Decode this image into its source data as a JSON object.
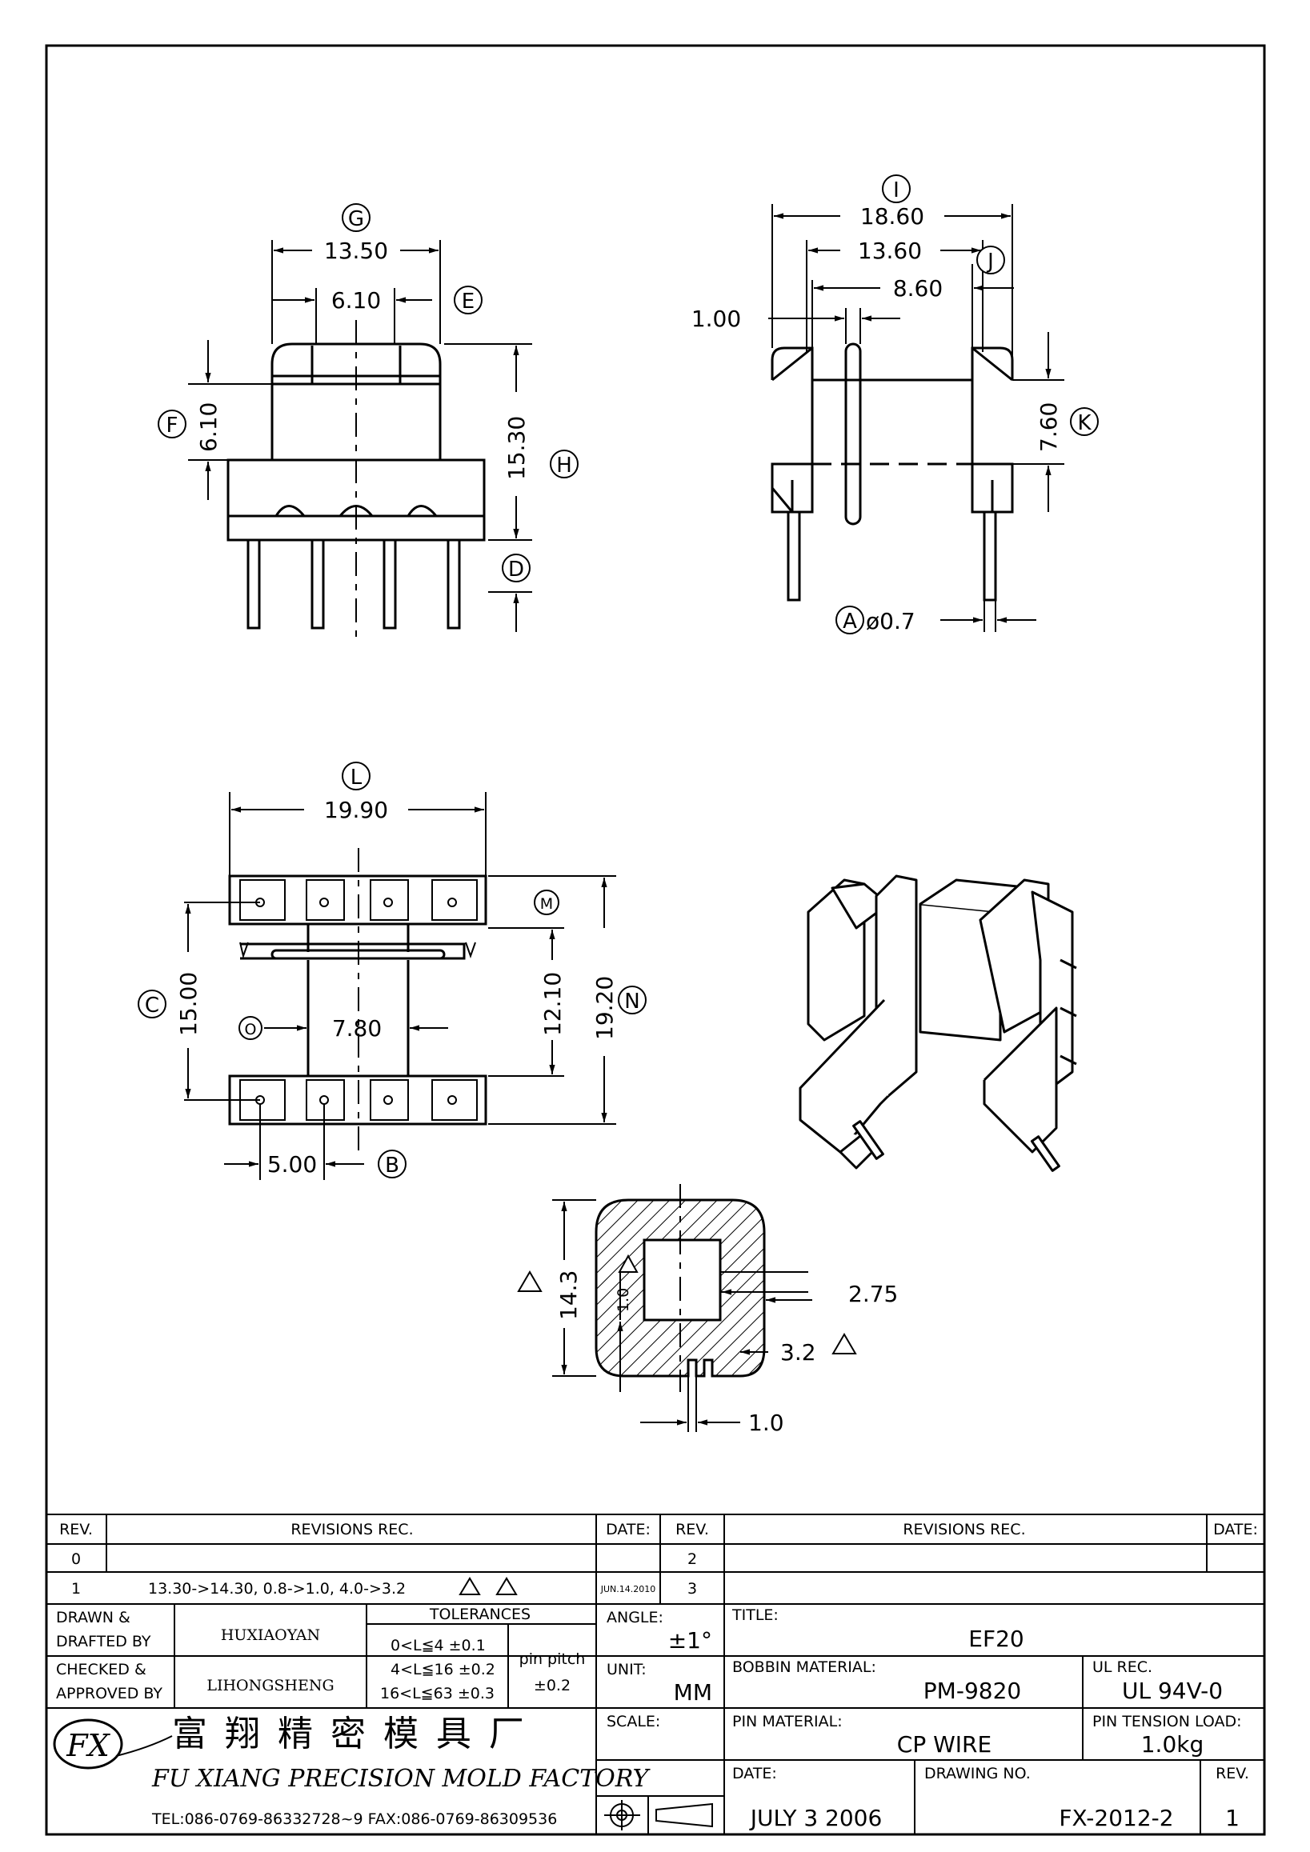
{
  "views": {
    "front": {
      "marker_g": "G",
      "dim_overall_width": "13.50",
      "dim_inner_width": "6.10",
      "marker_e": "E",
      "marker_f": "F",
      "dim_flange_height": "6.10",
      "dim_total_height": "15.30",
      "marker_h": "H",
      "marker_d": "D"
    },
    "side": {
      "marker_i": "I",
      "dim_overall": "18.60",
      "dim_mid": "13.60",
      "marker_j": "J",
      "dim_inner": "8.60",
      "dim_plate": "1.00",
      "dim_window": "7.60",
      "marker_k": "K",
      "marker_a": "A",
      "dim_pin_dia": "ø0.7"
    },
    "bottom": {
      "marker_l": "L",
      "dim_width": "19.90",
      "marker_m": "M",
      "marker_c": "C",
      "dim_pin_row": "15.00",
      "dim_inner": "12.10",
      "dim_total": "19.20",
      "marker_n": "N",
      "marker_o": "O",
      "dim_core": "7.80",
      "dim_pitch": "5.00",
      "marker_b": "B"
    },
    "section": {
      "dim_height": "14.3",
      "dim_wall": "1.0",
      "dim_window": "2.75",
      "dim_thick": "3.2",
      "dim_slot": "1.0"
    }
  },
  "title_block": {
    "rev_header": "REV.",
    "revisions_header": "REVISIONS   REC.",
    "date_header": "DATE:",
    "rev_header_2": "REV.",
    "revisions_header_2": "REVISIONS   REC.",
    "date_header_2": "DATE:",
    "rows": [
      {
        "rev": "0",
        "text": "",
        "date": "",
        "rev2": "2"
      },
      {
        "rev": "1",
        "text": "13.30->14.30, 0.8->1.0, 4.0->3.2",
        "date": "JUN.14.2010",
        "rev2": "3"
      }
    ],
    "drawn_label": "DRAWN &\nDRAFTED BY",
    "drawn_line1": "DRAWN &",
    "drawn_line2": "DRAFTED BY",
    "drawn_by": "HUXIAOYAN",
    "checked_line1": "CHECKED &",
    "checked_line2": "APPROVED BY",
    "checked_by": "LIHONGSHENG",
    "tolerances_label": "TOLERANCES",
    "tol_1": "0<L≦4   ±0.1",
    "tol_2": "4<L≦16  ±0.2",
    "tol_3": "16<L≦63  ±0.3",
    "pin_pitch_label": "pin pitch",
    "pin_pitch_value": "±0.2",
    "angle_label": "ANGLE:",
    "angle_value": "±1°",
    "unit_label": "UNIT:",
    "unit_value": "MM",
    "scale_label": "SCALE:",
    "title_label": "TITLE:",
    "title_value": "EF20",
    "bobbin_material_label": "BOBBIN MATERIAL:",
    "bobbin_material_value": "PM-9820",
    "ul_label": "UL REC.",
    "ul_value": "UL 94V-0",
    "pin_material_label": "PIN MATERIAL:",
    "pin_material_value": "CP WIRE",
    "pin_tension_label": "PIN TENSION LOAD:",
    "pin_tension_value": "1.0kg",
    "date_label": "DATE:",
    "date_value": "JULY 3 2006",
    "drawing_no_label": "DRAWING NO.",
    "drawing_no_value": "FX-2012-2",
    "rev_label": "REV.",
    "rev_value": "1",
    "company_cn": "富 翔 精 密 模 具 厂",
    "company_en": "FU XIANG PRECISION MOLD FACTORY",
    "contact": "TEL:086-0769-86332728~9  FAX:086-0769-86309536",
    "logo_text": "FX"
  }
}
